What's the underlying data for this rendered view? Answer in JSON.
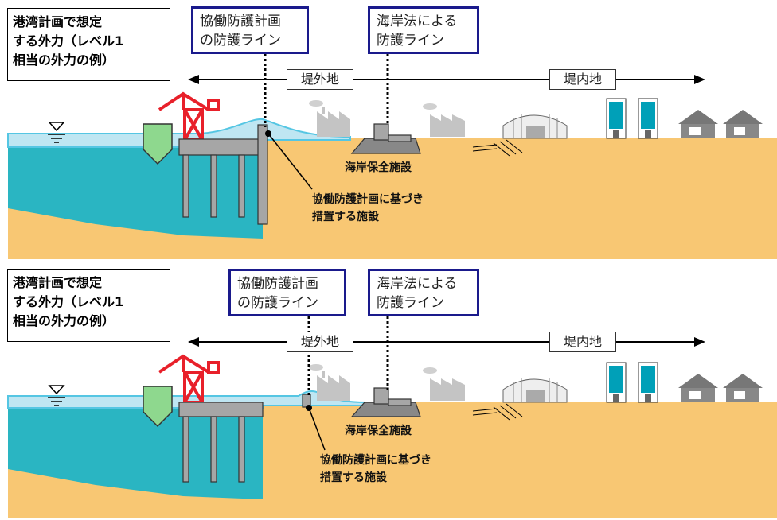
{
  "panels": [
    {
      "external_force": [
        "港湾計画で想定",
        "する外力（レベル1",
        "相当の外力の例）"
      ],
      "kyodo_line": [
        "協働防護計画",
        "の防護ライン"
      ],
      "coast_line": [
        "海岸法による",
        "防護ライン"
      ],
      "zone_outer": "堤外地",
      "zone_inner": "堤内地",
      "coastal_facility": "海岸保全施設",
      "kyodo_facility": [
        "協働防護計画に基づき",
        "措置する施設"
      ]
    },
    {
      "external_force": [
        "港湾計画で想定",
        "する外力（レベル1",
        "相当の外力の例）"
      ],
      "kyodo_line": [
        "協働防護計画",
        "の防護ライン"
      ],
      "coast_line": [
        "海岸法による",
        "防護ライン"
      ],
      "zone_outer": "堤外地",
      "zone_inner": "堤内地",
      "coastal_facility": "海岸保全施設",
      "kyodo_facility": [
        "協働防護計画に基づき",
        "措置する施設"
      ]
    }
  ],
  "colors": {
    "sea": "#2ab5c2",
    "water_level": "#bfe6f2",
    "ground": "#f8c773",
    "border_blue": "#1a1a8c",
    "crane_red": "#e8202a",
    "buoy_green": "#8ed88e",
    "building_teal": "#00a0b8",
    "structure_gray": "#a6a6a6"
  }
}
